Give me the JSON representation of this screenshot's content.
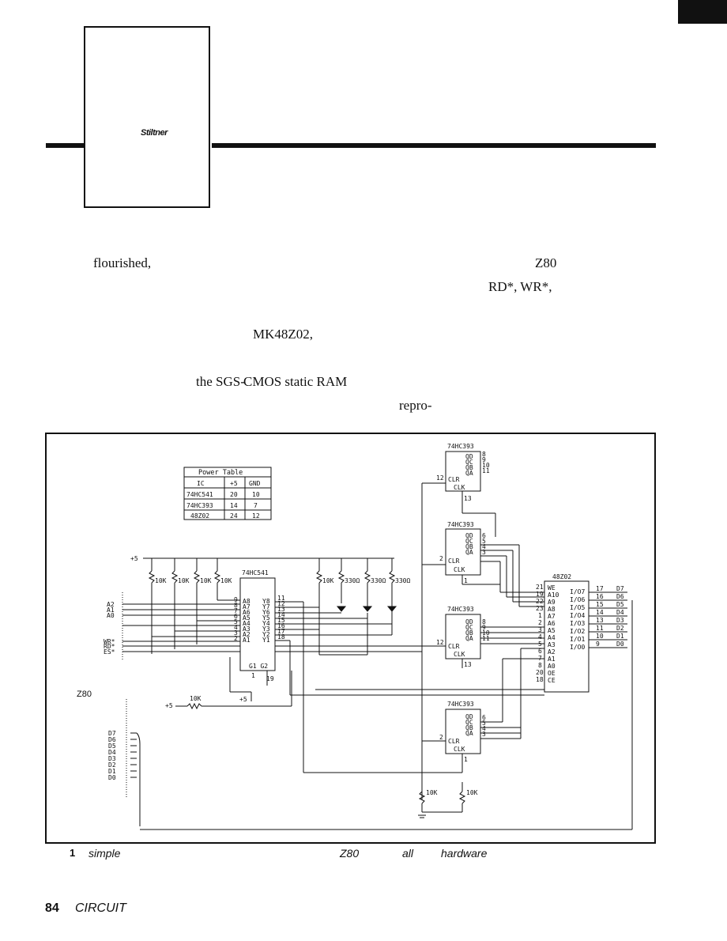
{
  "header": {
    "byline": "Stiltner"
  },
  "body_fragments": {
    "f1": "flourished,",
    "f2": "Z80",
    "f3": "RD*, WR*,",
    "f4": "MK48Z02,",
    "f5": "the SGS-",
    "f6": "CMOS static RAM",
    "f7": "repro-"
  },
  "figure": {
    "power_table": {
      "title": "Power Table",
      "headers": [
        "IC",
        "+5",
        "GND"
      ],
      "rows": [
        [
          "74HC541",
          "20",
          "10"
        ],
        [
          "74HC393",
          "14",
          "7"
        ],
        [
          "48Z02",
          "24",
          "12"
        ]
      ]
    },
    "chips": {
      "buffer": "74HC541",
      "counter": "74HC393",
      "ram": "48Z02"
    },
    "bus_label": "Z80",
    "supply": "+5",
    "resistors": {
      "r10k": "10K",
      "r330": "330Ω"
    },
    "address_signals": [
      "A2",
      "A1",
      "A0"
    ],
    "control_signals": [
      "WR*",
      "RD*",
      "ES*"
    ],
    "data_signals": [
      "D7",
      "D6",
      "D5",
      "D4",
      "D3",
      "D2",
      "D1",
      "D0"
    ],
    "buffer_a_pins": [
      "A8",
      "A7",
      "A6",
      "A5",
      "A4",
      "A3",
      "A2",
      "A1"
    ],
    "buffer_a_nums": [
      "9",
      "8",
      "7",
      "6",
      "5",
      "4",
      "3",
      "2"
    ],
    "buffer_y_pins": [
      "Y8",
      "Y7",
      "Y6",
      "Y5",
      "Y4",
      "Y3",
      "Y2",
      "Y1"
    ],
    "buffer_y_nums": [
      "11",
      "12",
      "13",
      "14",
      "15",
      "16",
      "17",
      "18"
    ],
    "buffer_g": "G1  G2",
    "buffer_g_nums": [
      "1",
      "19"
    ],
    "counter_q": [
      "QD",
      "QC",
      "QB",
      "QA"
    ],
    "counter_clr": "CLR",
    "counter_clk": "CLK",
    "counter1_nums": [
      "8",
      "9",
      "10",
      "11",
      "12",
      "13"
    ],
    "counter2_nums": [
      "6",
      "5",
      "4",
      "3",
      "2",
      "1"
    ],
    "ram_left_pins": [
      "WE",
      "A10",
      "A9",
      "A8",
      "A7",
      "A6",
      "A5",
      "A4",
      "A3",
      "A2",
      "A1",
      "A0",
      "OE",
      "CE"
    ],
    "ram_left_nums": [
      "21",
      "19",
      "22",
      "23",
      "1",
      "2",
      "3",
      "4",
      "5",
      "6",
      "7",
      "8",
      "20",
      "18"
    ],
    "ram_right_pins": [
      "I/O7",
      "I/O6",
      "I/O5",
      "I/O4",
      "I/O3",
      "I/O2",
      "I/O1",
      "I/O0"
    ],
    "ram_right_nums": [
      "17",
      "16",
      "15",
      "14",
      "13",
      "11",
      "10",
      "9"
    ]
  },
  "caption": {
    "number": "1",
    "words": [
      "simple",
      "Z80",
      "all",
      "hardware"
    ]
  },
  "folio": {
    "page": "84",
    "magazine": "CIRCUIT"
  }
}
